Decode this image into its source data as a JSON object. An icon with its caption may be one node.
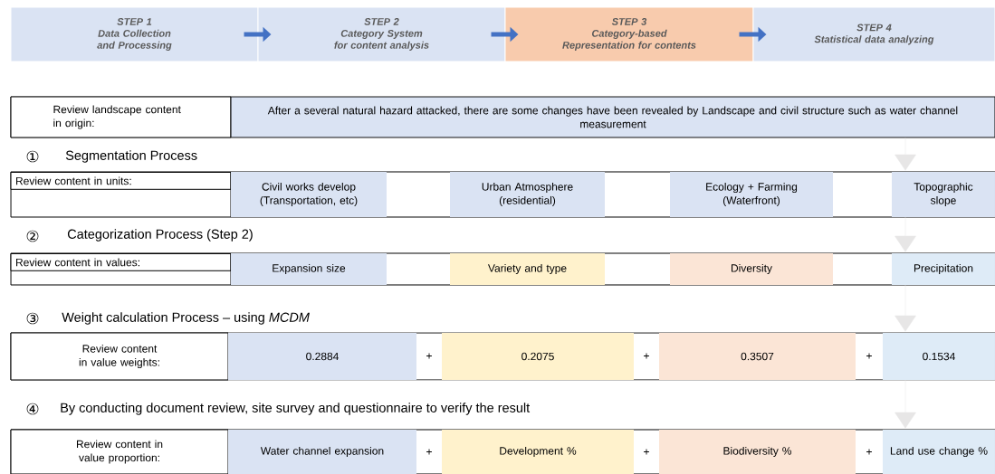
{
  "diagram": {
    "nodes": [
      {
        "text": [
          "STEP 1",
          "Data Collection and Processing"
        ]
      },
      {
        "text": [
          "STEP 2",
          "Category System for content analysis"
        ]
      },
      {
        "text": [
          "STEP 3",
          "Category-based Representation for contents"
        ]
      },
      {
        "text": [
          "STEP 4",
          "Statistical data analyzing"
        ]
      },
      {
        "text": [
          "Review landscape content in origin:"
        ]
      },
      {
        "text": [
          "After a several natural hazard attacked, there are some changes have been revealed by Landscape and civil structure such as water channel measurement"
        ]
      },
      {
        "text": [
          "Review content in units:"
        ]
      },
      {
        "text": [
          "Civil works develop (Transportation, etc)"
        ]
      },
      {
        "text": [
          "Urban Atmosphere (residential)"
        ]
      },
      {
        "text": [
          "Ecology + Farming (Waterfront)"
        ]
      },
      {
        "text": [
          "Topographic slope"
        ]
      },
      {
        "text": [
          "Review content in values:"
        ]
      },
      {
        "text": [
          "Expansion size"
        ]
      },
      {
        "text": [
          "Variety and type"
        ]
      },
      {
        "text": [
          "Diversity"
        ]
      },
      {
        "text": [
          "Precipitation"
        ]
      },
      {
        "text": [
          "Review content in value weights:"
        ]
      },
      {
        "text": [
          "0.2884"
        ]
      },
      {
        "text": [
          "0.2075"
        ]
      },
      {
        "text": [
          "0.3507"
        ]
      },
      {
        "text": [
          "0.1534"
        ]
      },
      {
        "text": [
          "Review content in value proportion:"
        ]
      },
      {
        "text": [
          "Water channel expansion"
        ]
      },
      {
        "text": [
          "Development %"
        ]
      },
      {
        "text": [
          "Biodiversity %"
        ]
      },
      {
        "text": [
          "Land use change %"
        ]
      }
    ],
    "edges": [
      {
        "from": 0,
        "to": 1,
        "arrow": "to",
        "style": "thick",
        "color": "#4472c4"
      },
      {
        "from": 1,
        "to": 2,
        "arrow": "to",
        "style": "thick",
        "color": "#4472c4"
      },
      {
        "from": 2,
        "to": 3,
        "arrow": "to",
        "style": "thick",
        "color": "#4472c4"
      },
      {
        "from": 5,
        "to": 10,
        "arrow": "to",
        "color": "#e7e6e6"
      },
      {
        "from": 10,
        "to": 15,
        "arrow": "to",
        "color": "#e7e6e6"
      },
      {
        "from": 15,
        "to": 20,
        "arrow": "to",
        "color": "#e7e6e6"
      },
      {
        "from": 20,
        "to": 25,
        "arrow": "to",
        "color": "#e7e6e6"
      }
    ],
    "labels": [
      "①",
      "Segmentation Process",
      "②",
      "Categorization Process (Step 2)",
      "③",
      "Weight calculation Process – using *MCDM*",
      "+",
      "+",
      "+",
      "④",
      "By conducting document review, site survey and questionnaire to verify the result",
      "+",
      "+",
      "+"
    ]
  }
}
